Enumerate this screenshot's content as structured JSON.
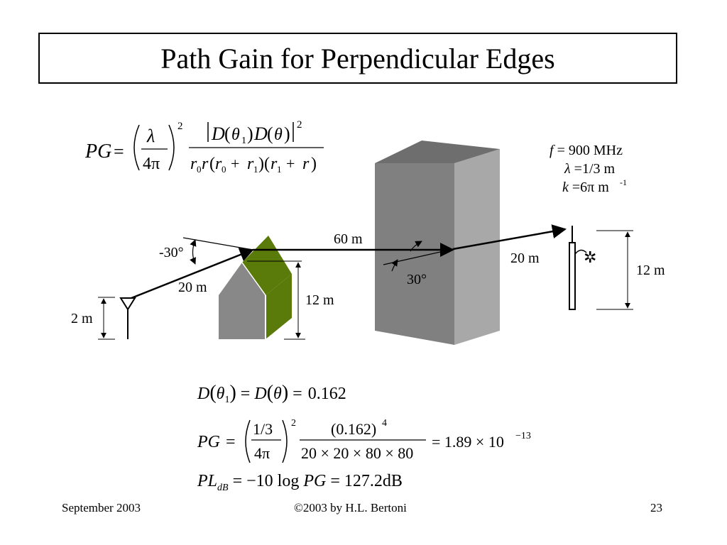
{
  "title": "Path Gain for Perpendicular Edges",
  "formula": {
    "pg": "PG",
    "eq": "=",
    "lambda": "λ",
    "four_pi": "4π",
    "exp2": "2",
    "num_D": "D",
    "theta": "θ",
    "sub1": "1",
    "r": "r",
    "sub0": "0",
    "plus": "+"
  },
  "params": {
    "f_sym": "f",
    "f_val": " = 900 MHz",
    "lambda_sym": "λ",
    "lambda_val": " =1/3 m",
    "k_sym": "k",
    "k_val": " =6π m",
    "k_exp": "-1"
  },
  "diagram": {
    "angle_neg30": "-30°",
    "dist_60": "60 m",
    "dist_20_left": "20 m",
    "height_12_left": "12 m",
    "height_2": "2 m",
    "angle_30": "30°",
    "dist_20_right": "20 m",
    "height_12_right": "12 m",
    "sun_icon": "✲"
  },
  "calc": {
    "line1_value": "0.162",
    "frac_num": "1/3",
    "frac_den": "4π",
    "big_num": "(0.162)",
    "big_num_exp": "4",
    "big_den": "20 × 20 × 80 × 80",
    "result": "= 1.89 × 10",
    "result_exp": "−13",
    "pl": "PL",
    "pl_sub": "dB",
    "pl_rhs": "= −10 log",
    "pl_result": "= 127.2dB"
  },
  "footer": {
    "left": "September 2003",
    "center": "©2003 by H.L. Bertoni",
    "right": "23"
  },
  "colors": {
    "house_green": "#5a7a0a",
    "house_gray": "#888888",
    "building_front": "#808080",
    "building_side": "#a8a8a8",
    "building_top": "#6e6e6e"
  }
}
